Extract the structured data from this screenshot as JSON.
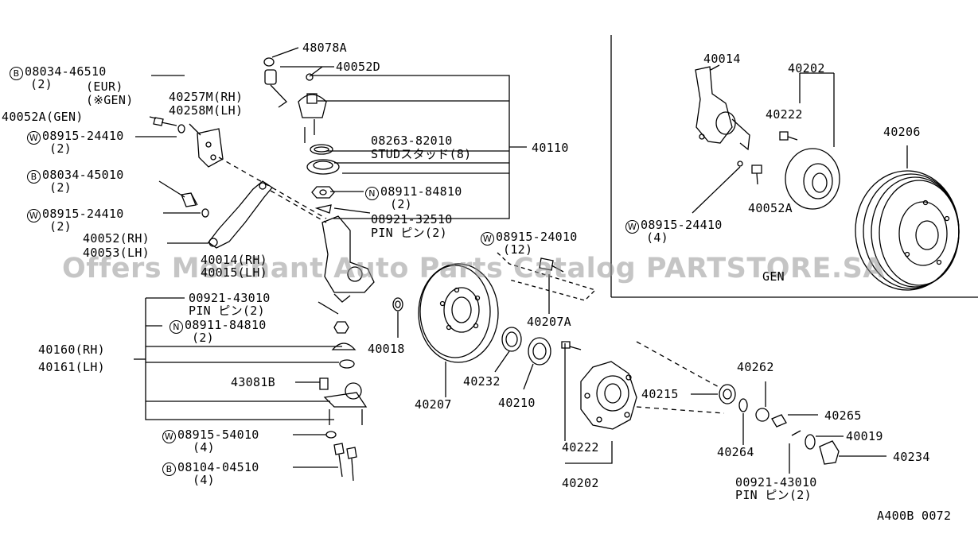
{
  "watermark": "Offers Merchant Auto Parts Catalog PARTSTORE.SA",
  "diagram_code": "A400B 0072",
  "inset_label": "GEN",
  "labels": {
    "p48078A": "48078A",
    "p40052D": "40052D",
    "b08034_46510": "08034-46510",
    "b08034_46510_qty": "(2)",
    "eur": "(EUR)",
    "gen_star": "(※GEN)",
    "p40257M": "40257M(RH)",
    "p40258M": "40258M(LH)",
    "p40052A_gen": "40052A(GEN)",
    "w08915_24410_a": "08915-24410",
    "w08915_24410_a_qty": "(2)",
    "p08263_82010": "08263-82010",
    "stud": "STUDスタッド(8)",
    "p40110": "40110",
    "b08034_45010": "08034-45010",
    "b08034_45010_qty": "(2)",
    "n08911_84810_a": "08911-84810",
    "n08911_84810_a_qty": "(2)",
    "w08915_24410_b": "08915-24410",
    "w08915_24410_b_qty": "(2)",
    "p08921_32510": "08921-32510",
    "pin_a": "PIN ピン(2)",
    "p40052_rh": "40052(RH)",
    "p40053_lh": "40053(LH)",
    "w08915_24010": "08915-24010",
    "w08915_24010_qty": "(12)",
    "p40014_rh": "40014(RH)",
    "p40015_lh": "40015(LH)",
    "p00921_43010_a": "00921-43010",
    "pin_b": "PIN ピン(2)",
    "n08911_84810_b": "08911-84810",
    "n08911_84810_b_qty": "(2)",
    "p40160": "40160(RH)",
    "p40161": "40161(LH)",
    "p40018": "40018",
    "p40207A": "40207A",
    "p43081B": "43081B",
    "p40232": "40232",
    "p40210": "40210",
    "p40207": "40207",
    "p40215": "40215",
    "p40262": "40262",
    "p40265": "40265",
    "p40019": "40019",
    "p40234": "40234",
    "p40264": "40264",
    "w08915_54010": "08915-54010",
    "w08915_54010_qty": "(4)",
    "b08104_04510": "08104-04510",
    "b08104_04510_qty": "(4)",
    "p40222": "40222",
    "p40202": "40202",
    "p00921_43010_b": "00921-43010",
    "pin_c": "PIN ピン(2)",
    "inset_40014": "40014",
    "inset_40202": "40202",
    "inset_40222": "40222",
    "inset_40206": "40206",
    "inset_40052A": "40052A",
    "inset_w08915_24410": "08915-24410",
    "inset_w08915_24410_qty": "(4)"
  },
  "symbols": {
    "bolt": "B",
    "washer": "W",
    "nut": "N"
  }
}
